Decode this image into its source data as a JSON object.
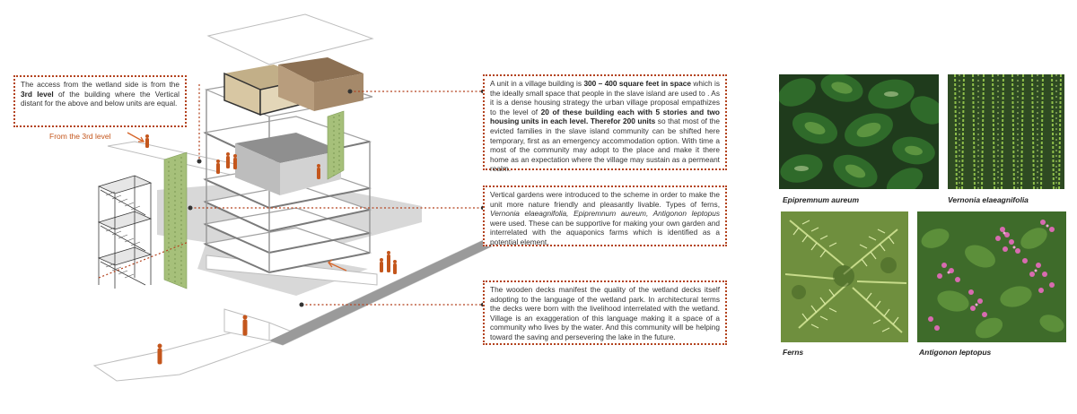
{
  "callouts": {
    "access": {
      "t1": "The access from the wetland side is from the ",
      "b1": "3rd level",
      "t2": " of the building where the Vertical distant for the above and below units are equal."
    },
    "from_label": "From the 3rd level",
    "unit": {
      "t1": "A unit in a village building is ",
      "b1": "300 – 400 square feet in space",
      "t2": " which is the ideally small space that people in the slave island are used to . As it is a dense housing strategy the urban village proposal empathizes to the level of ",
      "b2": "20 of these building each with 5 stories and two housing units in each level. Therefor 200 units",
      "t3": " so that most of the evicted families in the slave island community can be shifted here temporary, first as an emergency accommodation option. With time a most of the community may adopt to the place and make it there home as an expectation where the village may sustain as a permeant realm."
    },
    "vertical": {
      "t1": "Vertical gardens were introduced to the scheme in order to make the unit more nature friendly and pleasantly livable. Types of ferns, ",
      "i1": "Vernonia elaeagnifolia, Epipremnum aureum, Antigonon leptopus",
      "t2": " were used.  These can be supportive for making your own garden and interrelated with the aquaponics farms which is identified as a potential element."
    },
    "decks": {
      "text": "The wooden decks manifest the quality of the wetland decks itself adopting to the language of the wetland park. In architectural terms the decks were born with the livelihood interrelated with the wetland. Village is an exaggeration of this language making it a space of a community who lives by the water. And this community will be helping toward the saving and persevering the lake in the future."
    }
  },
  "plants": [
    {
      "caption": "Epipremnum aureum"
    },
    {
      "caption": "Vernonia elaeagnifolia"
    },
    {
      "caption": "Ferns"
    },
    {
      "caption": "Antigonon leptopus"
    }
  ],
  "colors": {
    "accent": "#b3421d",
    "figure": "#c4561c",
    "box_tan": "#d8c7a3",
    "box_brown": "#a5896a",
    "green_wall": "#a6c07a"
  }
}
